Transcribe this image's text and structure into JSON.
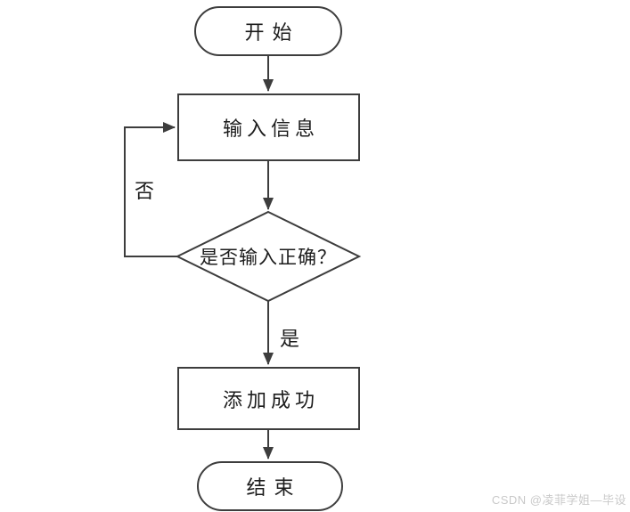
{
  "colors": {
    "line": "#3d3d3d",
    "text": "#1c1c1c",
    "watermark": "#c9c9c9",
    "background": "#ffffff"
  },
  "flowchart": {
    "type": "flowchart",
    "nodes": {
      "start": {
        "shape": "terminator",
        "label": "开始"
      },
      "input": {
        "shape": "process",
        "label": "输入信息"
      },
      "decision": {
        "shape": "decision",
        "label": "是否输入正确？"
      },
      "success": {
        "shape": "process",
        "label": "添加成功"
      },
      "end": {
        "shape": "terminator",
        "label": "结束"
      }
    },
    "edges": [
      {
        "from": "start",
        "to": "input",
        "label": ""
      },
      {
        "from": "input",
        "to": "decision",
        "label": ""
      },
      {
        "from": "decision",
        "to": "success",
        "label": "是"
      },
      {
        "from": "decision",
        "to": "input",
        "label": "否"
      },
      {
        "from": "success",
        "to": "end",
        "label": ""
      }
    ],
    "yes_label": "是",
    "no_label": "否"
  },
  "watermark": "CSDN @凌菲学姐—毕设"
}
